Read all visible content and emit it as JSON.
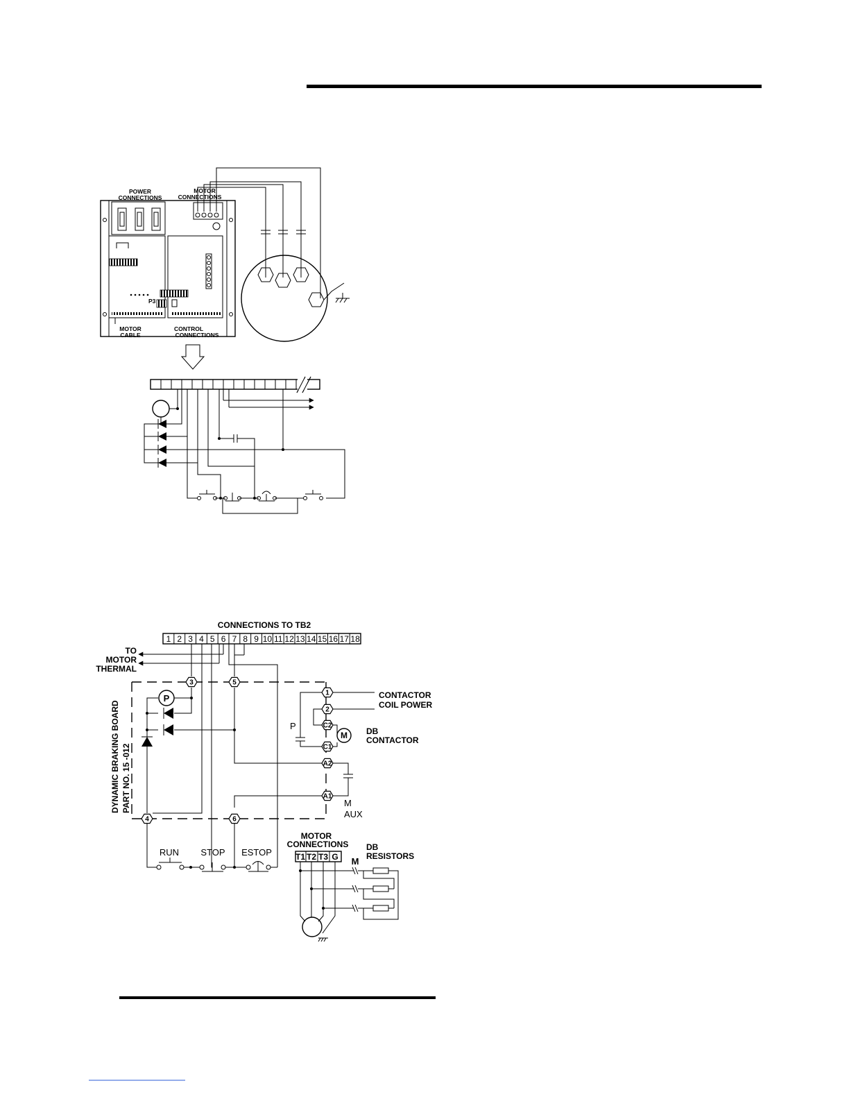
{
  "diagram1": {
    "power_connections_label": [
      "POWER",
      "CONNECTIONS"
    ],
    "motor_connections_label": [
      "MOTOR",
      "CONNECTIONS"
    ],
    "motor_cable_label": [
      "MOTOR",
      "CABLE"
    ],
    "control_connections_label": [
      "CONTROL",
      "CONNECTIONS"
    ],
    "p3_label": "P3"
  },
  "diagram2": {
    "title": "CONNECTIONS TO TB2",
    "terminals": [
      "1",
      "2",
      "3",
      "4",
      "5",
      "6",
      "7",
      "8",
      "9",
      "10",
      "11",
      "12",
      "13",
      "14",
      "15",
      "16",
      "17",
      "18"
    ],
    "to_motor_thermal": [
      "TO",
      "MOTOR",
      "THERMAL"
    ],
    "board_label": [
      "DYNAMIC BRAKING BOARD",
      "PART NO. 15 -012"
    ],
    "hex_nodes": {
      "n3": "3",
      "n5": "5",
      "n4": "4",
      "n6": "6",
      "n1": "1",
      "n2": "2",
      "c2": "C2",
      "c1": "C1",
      "a2": "A2",
      "a1": "A1"
    },
    "p_coil": "P",
    "p_contact": "P",
    "motor_symbol": "M",
    "contactor_coil_power": [
      "CONTACTOR",
      "COIL POWER"
    ],
    "db_contactor": [
      "DB",
      "CONTACTOR"
    ],
    "m_aux": [
      "M",
      "AUX"
    ],
    "run": "RUN",
    "stop": "STOP",
    "estop": "ESTOP",
    "motor_connections": [
      "MOTOR",
      "CONNECTIONS"
    ],
    "motor_terminals": [
      "T1",
      "T2",
      "T3",
      "G"
    ],
    "m_contacts": "M",
    "db_resistors": [
      "DB",
      "RESISTORS"
    ]
  }
}
